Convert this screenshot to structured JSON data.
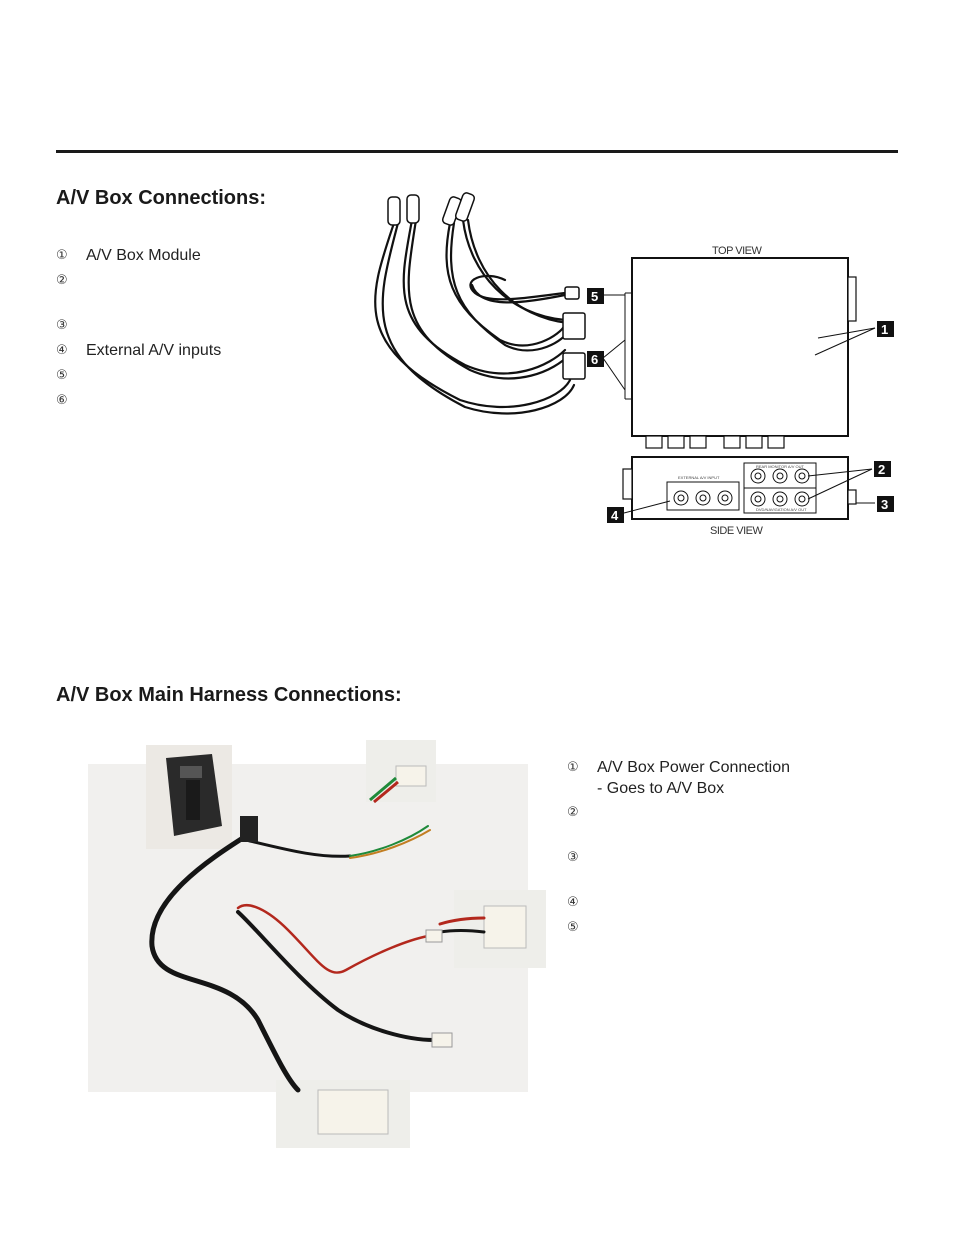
{
  "section1": {
    "title": "A/V Box Connections:",
    "items": [
      {
        "num": "①",
        "text": "A/V Box Module"
      },
      {
        "num": "②",
        "text": ""
      },
      {
        "num": "③",
        "text": ""
      },
      {
        "num": "④",
        "text": "External A/V inputs"
      },
      {
        "num": "⑤",
        "text": ""
      },
      {
        "num": "⑥",
        "text": ""
      }
    ],
    "diagram": {
      "top_view_label": "TOP VIEW",
      "side_view_label": "SIDE VIEW",
      "callouts": [
        "1",
        "2",
        "3",
        "4",
        "5",
        "6"
      ]
    }
  },
  "section2": {
    "title": "A/V Box Main Harness Connections:",
    "items": [
      {
        "num": "①",
        "text": "A/V Box Power Connection",
        "sub": "- Goes to A/V Box"
      },
      {
        "num": "②",
        "text": "",
        "sub": ""
      },
      {
        "num": "③",
        "text": "",
        "sub": ""
      },
      {
        "num": "④",
        "text": "",
        "sub": ""
      },
      {
        "num": "⑤",
        "text": "",
        "sub": ""
      }
    ]
  }
}
